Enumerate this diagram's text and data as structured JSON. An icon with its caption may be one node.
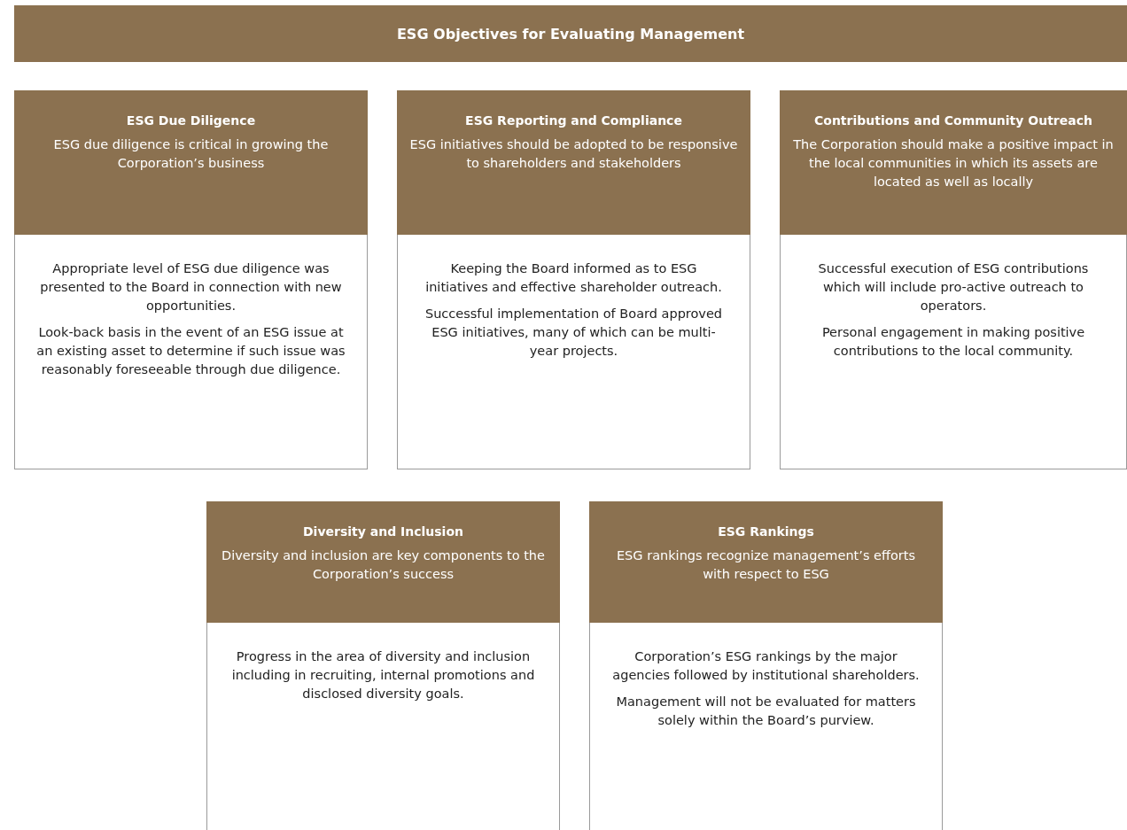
{
  "diagram": {
    "title": "ESG Objectives for Evaluating Management",
    "nodes": [
      {
        "text": [
          "ESG Due Diligence",
          "ESG due diligence is critical in growing the Corporation’s business"
        ]
      },
      {
        "text": [
          "Appropriate level of ESG due diligence was presented to the Board in connection with new opportunities.",
          "Look-back basis in the event of an ESG issue at an existing asset to determine if such issue was reasonably foreseeable through due diligence."
        ]
      },
      {
        "text": [
          "ESG Reporting and Compliance",
          "ESG initiatives should be adopted to be responsive to shareholders and stakeholders"
        ]
      },
      {
        "text": [
          "Keeping the Board informed as to ESG initiatives and effective shareholder outreach.",
          "Successful implementation of Board approved ESG initiatives, many of which can be multi-year projects."
        ]
      },
      {
        "text": [
          "Contributions and Community Outreach",
          "The Corporation should make a positive impact in the local communities in which its assets are located as well as locally"
        ]
      },
      {
        "text": [
          "Successful execution of ESG contributions which will include pro-active outreach to operators.",
          "Personal engagement in making positive contributions to the local community."
        ]
      },
      {
        "text": [
          "Diversity and Inclusion",
          "Diversity and inclusion are key components to the Corporation’s success"
        ]
      },
      {
        "text": [
          "Progress in the area of diversity and inclusion including in recruiting, internal promotions and disclosed diversity goals."
        ]
      },
      {
        "text": [
          "ESG Rankings",
          "ESG rankings recognize management’s efforts with respect to ESG"
        ]
      },
      {
        "text": [
          "Corporation’s ESG rankings by the major agencies followed by institutional shareholders.",
          "Management will not be evaluated for matters solely within the Board’s purview."
        ]
      }
    ]
  }
}
